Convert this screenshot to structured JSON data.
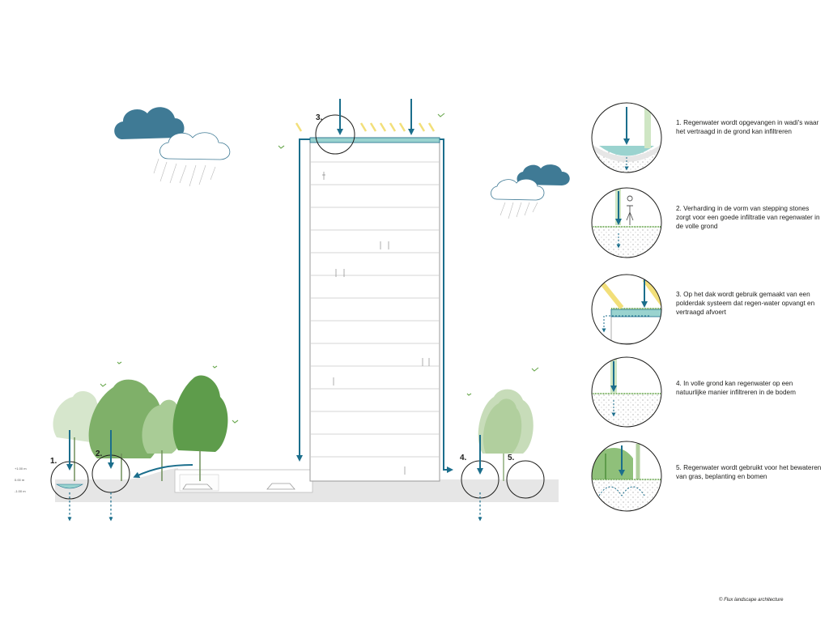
{
  "colors": {
    "arrow_blue": "#1b6e8c",
    "cloud_dark": "#3f7a95",
    "tree_green": "#6aa84f",
    "tree_light": "#b7d3a8",
    "water": "#9ad3cf",
    "ground": "#e6e6e6",
    "sun_rays": "#f2df7a"
  },
  "scene": {
    "callouts": [
      "1.",
      "2.",
      "3.",
      "4.",
      "5."
    ],
    "levels": [
      "+1.00 m",
      "0.00 m",
      "-1.00 m"
    ]
  },
  "legend": [
    {
      "number": "1",
      "icon": "wadi-infiltration-icon",
      "text": "1. Regenwater wordt opgevangen in wadi's waar het vertraagd in de grond kan infiltreren"
    },
    {
      "number": "2",
      "icon": "stepping-stones-icon",
      "text": "2. Verharding in de vorm van stepping stones zorgt voor een goede infiltratie van regenwater in de volle grond"
    },
    {
      "number": "3",
      "icon": "polder-roof-icon",
      "text": "3. Op het dak wordt gebruik gemaakt van een polderdak systeem dat regen-water opvangt en vertraagd afvoert"
    },
    {
      "number": "4",
      "icon": "soil-infiltration-icon",
      "text": "4. In volle grond kan regenwater op een natuurlijke manier infiltreren in de bodem"
    },
    {
      "number": "5",
      "icon": "irrigation-icon",
      "text": "5. Regenwater wordt gebruikt voor het bewateren van gras, beplanting en bomen"
    }
  ],
  "credit": "© Flux landscape architecture"
}
